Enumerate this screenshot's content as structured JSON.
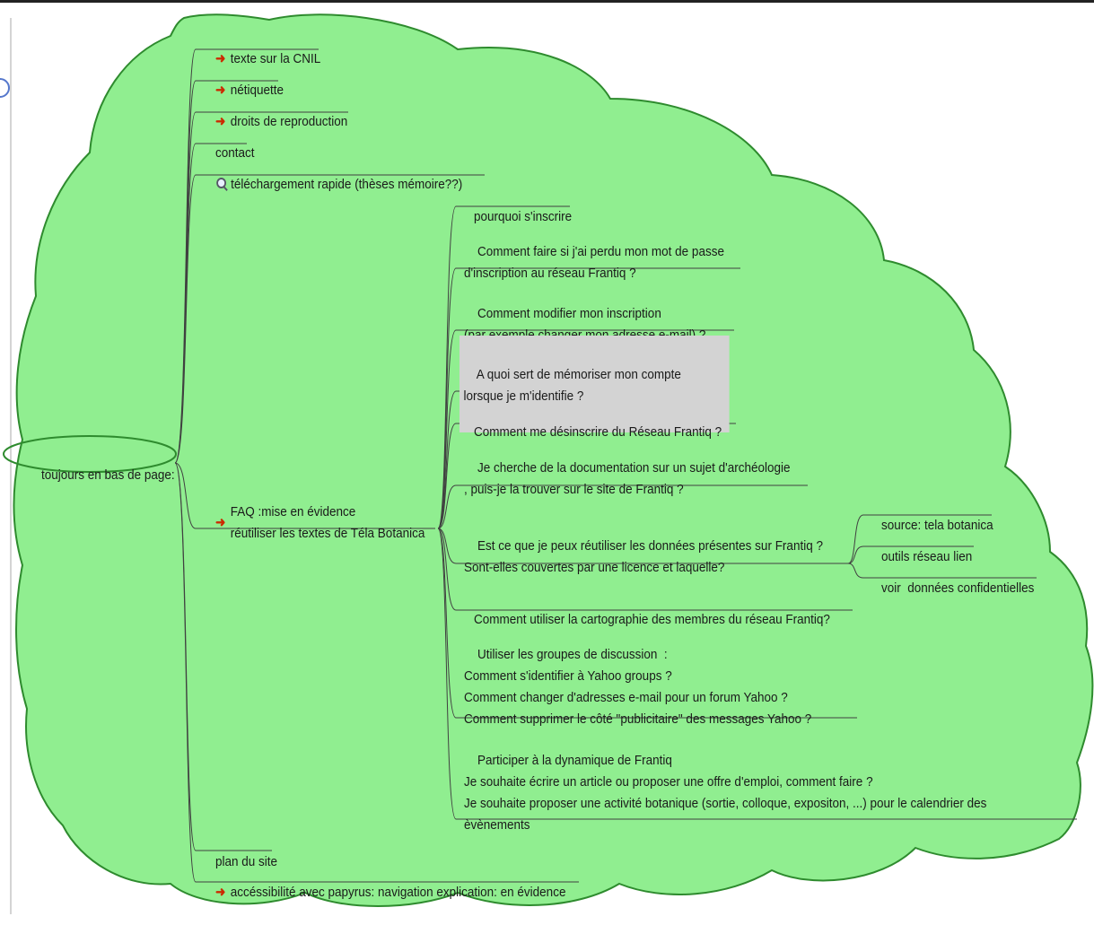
{
  "colors": {
    "cloud_fill": "#90ee90",
    "cloud_stroke": "#2e8b2e",
    "link_line": "#404040",
    "arrow_icon": "#cc2a00",
    "highlight": "#d3d3d3"
  },
  "root": {
    "label": "toujours en bas de page:"
  },
  "level1": [
    {
      "label": "texte sur la CNIL",
      "icon": "red-arrow-icon"
    },
    {
      "label": "nétiquette",
      "icon": "red-arrow-icon"
    },
    {
      "label": "droits de reproduction",
      "icon": "red-arrow-icon"
    },
    {
      "label": "contact",
      "icon": ""
    },
    {
      "label": "téléchargement rapide (thèses mémoire??)",
      "icon": "magnifier-icon"
    },
    {
      "label": "FAQ :mise en évidence\nréutiliser les textes de Téla Botanica",
      "icon": "red-arrow-icon"
    },
    {
      "label": "plan du site",
      "icon": ""
    },
    {
      "label": "accéssibilité avec papyrus: navigation explication: en évidence",
      "icon": "red-arrow-icon"
    }
  ],
  "faq_items": [
    {
      "label": "pourquoi s'inscrire"
    },
    {
      "label": "Comment faire si j'ai perdu mon mot de passe\nd'inscription au réseau Frantiq ?"
    },
    {
      "label": "Comment modifier mon inscription\n(par exemple changer mon adresse e-mail) ?"
    },
    {
      "label": "A quoi sert de mémoriser mon compte\nlorsque je m'identifie ?",
      "highlighted": true
    },
    {
      "label": "Comment me désinscrire du Réseau Frantiq ?"
    },
    {
      "label": "Je cherche de la documentation sur un sujet d'archéologie\n, puis-je la trouver sur le site de Frantiq ?"
    },
    {
      "label": "Est ce que je peux réutiliser les données présentes sur Frantiq ?\nSont-elles couvertes par une licence et laquelle?"
    },
    {
      "label": "Comment utiliser la cartographie des membres du réseau Frantiq?"
    },
    {
      "label": "Utiliser les groupes de discussion  :\nComment s'identifier à Yahoo groups ?\nComment changer d'adresses e-mail pour un forum Yahoo ?\nComment supprimer le côté \"publicitaire\" des messages Yahoo ?"
    },
    {
      "label": "Participer à la dynamique de Frantiq\nJe souhaite écrire un article ou proposer une offre d'emploi, comment faire ?\nJe souhaite proposer une activité botanique (sortie, colloque, expositon, ...) pour le calendrier des\nèvènements"
    }
  ],
  "reuse_children": [
    {
      "label": "source: tela botanica"
    },
    {
      "label": "outils réseau lien"
    },
    {
      "label": "voir  données confidentielles"
    }
  ]
}
